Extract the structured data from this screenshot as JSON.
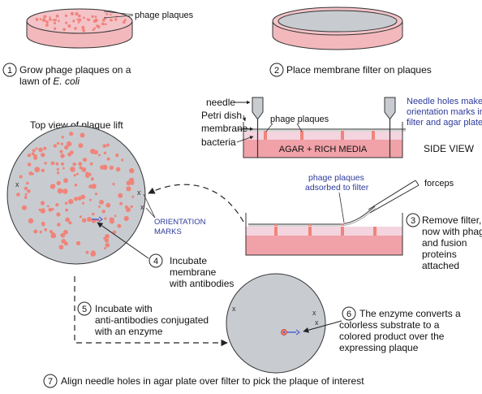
{
  "steps": {
    "s1": {
      "num": "1",
      "line1": "Grow phage plaques on a",
      "line2_pre": "lawn of ",
      "line2_ital": "E. coli"
    },
    "s2": {
      "num": "2",
      "line1": "Place membrane filter on plaques"
    },
    "s3": {
      "num": "3",
      "line1": "Remove filter,",
      "line2": "now with phage",
      "line3": "and fusion",
      "line4": "proteins",
      "line5": "attached"
    },
    "s4": {
      "num": "4",
      "line1": "Incubate",
      "line2": "membrane",
      "line3": "with antibodies"
    },
    "s5": {
      "num": "5",
      "line1": "Incubate with",
      "line2": "anti-antibodies conjugated",
      "line3": "with an enzyme"
    },
    "s6": {
      "num": "6",
      "line1": "The enzyme converts a",
      "line2": "colorless substrate to a",
      "line3": "colored product over the",
      "line4": "expressing plaque"
    },
    "s7": {
      "num": "7",
      "line1": "Align needle holes in agar plate over filter to pick the plaque of interest"
    }
  },
  "labels": {
    "phage_plaques_dish": "phage plaques",
    "needle": "needle",
    "petri_dish": "Petri dish",
    "membrane": "membrane",
    "bacteria": "bacteria",
    "phage_plaques_side": "phage plaques",
    "agar_media": "AGAR + RICH MEDIA",
    "needle_note_1": "Needle holes make",
    "needle_note_2": "orientation marks in",
    "needle_note_3": "filter and agar plate",
    "side_view": "SIDE VIEW",
    "top_view": "Top view of plaque lift",
    "adsorbed_1": "phage plaques",
    "adsorbed_2": "adsorbed to filter",
    "forceps": "forceps",
    "orientation_1": "ORIENTATION",
    "orientation_2": "MARKS",
    "x_mark": "x"
  },
  "colors": {
    "plaque": "#f0847a",
    "dish_rim": "#f2b8bc",
    "dish_top": "#f3c3c8",
    "membrane_gray": "#c8ccd0",
    "agar": "#f0a2a8",
    "membrane_pink": "#f4d4de",
    "blue_text": "#2e3a9a",
    "probe": "#5060d0"
  }
}
